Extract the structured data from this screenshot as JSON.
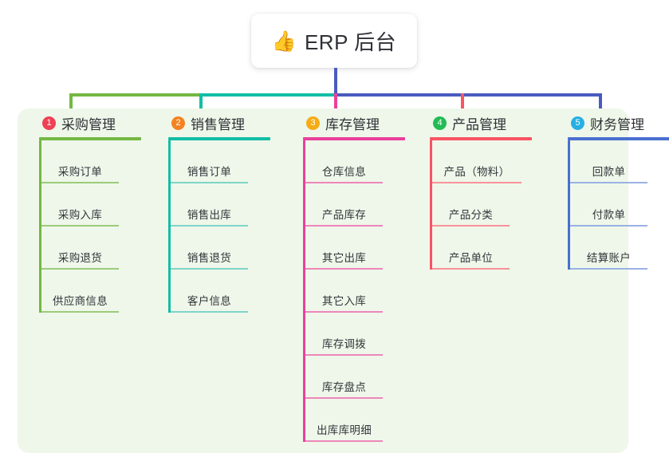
{
  "root": {
    "icon": "thumbs-up-icon",
    "icon_glyph": "👍",
    "title": "ERP 后台"
  },
  "palette": {
    "panel_bg": "#eef7e9",
    "page_bg": "#ffffff",
    "root_connector": "#4a5bbf",
    "text": "#2f3136"
  },
  "columns": [
    {
      "number": "1",
      "title": "采购管理",
      "badge_color": "#ef4056",
      "line_color": "#74b843",
      "leaf_line_color": "#9ccc7a",
      "connector_color": "#74b843",
      "items": [
        {
          "label": "采购订单"
        },
        {
          "label": "采购入库"
        },
        {
          "label": "采购退货"
        },
        {
          "label": "供应商信息"
        }
      ]
    },
    {
      "number": "2",
      "title": "销售管理",
      "badge_color": "#f58220",
      "line_color": "#13bda6",
      "leaf_line_color": "#7fd5c8",
      "connector_color": "#13bda6",
      "items": [
        {
          "label": "销售订单"
        },
        {
          "label": "销售出库"
        },
        {
          "label": "销售退货"
        },
        {
          "label": "客户信息"
        }
      ]
    },
    {
      "number": "3",
      "title": "库存管理",
      "badge_color": "#f5ac17",
      "line_color": "#ea3f9c",
      "leaf_line_color": "#ee86bb",
      "connector_color": "#ea3f9c",
      "items": [
        {
          "label": "仓库信息"
        },
        {
          "label": "产品库存"
        },
        {
          "label": "其它出库"
        },
        {
          "label": "其它入库"
        },
        {
          "label": "库存调拨"
        },
        {
          "label": "库存盘点"
        },
        {
          "label": "出库库明细"
        }
      ]
    },
    {
      "number": "4",
      "title": "产品管理",
      "badge_color": "#22bb55",
      "line_color": "#f85464",
      "leaf_line_color": "#f9929a",
      "connector_color": "#f85464",
      "items": [
        {
          "label": "产品（物料）"
        },
        {
          "label": "产品分类"
        },
        {
          "label": "产品单位"
        }
      ]
    },
    {
      "number": "5",
      "title": "财务管理",
      "badge_color": "#27afe3",
      "line_color": "#4a6fd1",
      "leaf_line_color": "#9bb1e4",
      "connector_color": "#4a5bbf",
      "items": [
        {
          "label": "回款单"
        },
        {
          "label": "付款单"
        },
        {
          "label": "结算账户"
        }
      ]
    }
  ],
  "connectors": {
    "root_stem_color": "#4a5bbf",
    "segments": [
      {
        "name": "segment-green",
        "color": "#74b843"
      },
      {
        "name": "segment-teal",
        "color": "#13bda6"
      },
      {
        "name": "segment-blue",
        "color": "#4a5bbf"
      }
    ],
    "drops": [
      {
        "name": "drop-col-1",
        "color": "#74b843"
      },
      {
        "name": "drop-col-2",
        "color": "#13bda6"
      },
      {
        "name": "drop-col-3",
        "color": "#ea3f9c"
      },
      {
        "name": "drop-col-4",
        "color": "#f85464"
      },
      {
        "name": "drop-col-5",
        "color": "#4a5bbf"
      }
    ]
  }
}
